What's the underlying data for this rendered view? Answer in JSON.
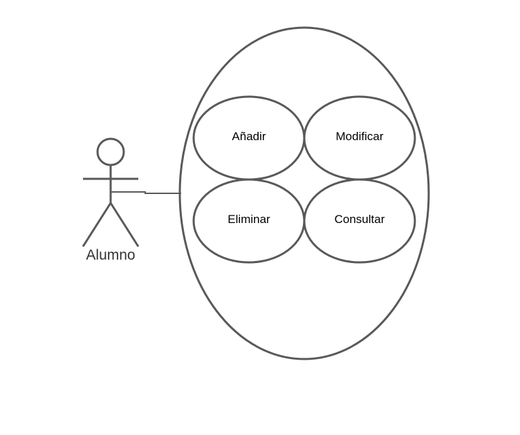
{
  "diagram": {
    "type": "use-case",
    "actor": {
      "name": "Alumno",
      "icon": "stick-figure-icon"
    },
    "use_cases": [
      {
        "label": "Añadir"
      },
      {
        "label": "Modificar"
      },
      {
        "label": "Eliminar"
      },
      {
        "label": "Consultar"
      }
    ],
    "colors": {
      "stroke": "#595959",
      "text": "#000000",
      "actor_text": "#333333",
      "background": "#ffffff"
    }
  }
}
